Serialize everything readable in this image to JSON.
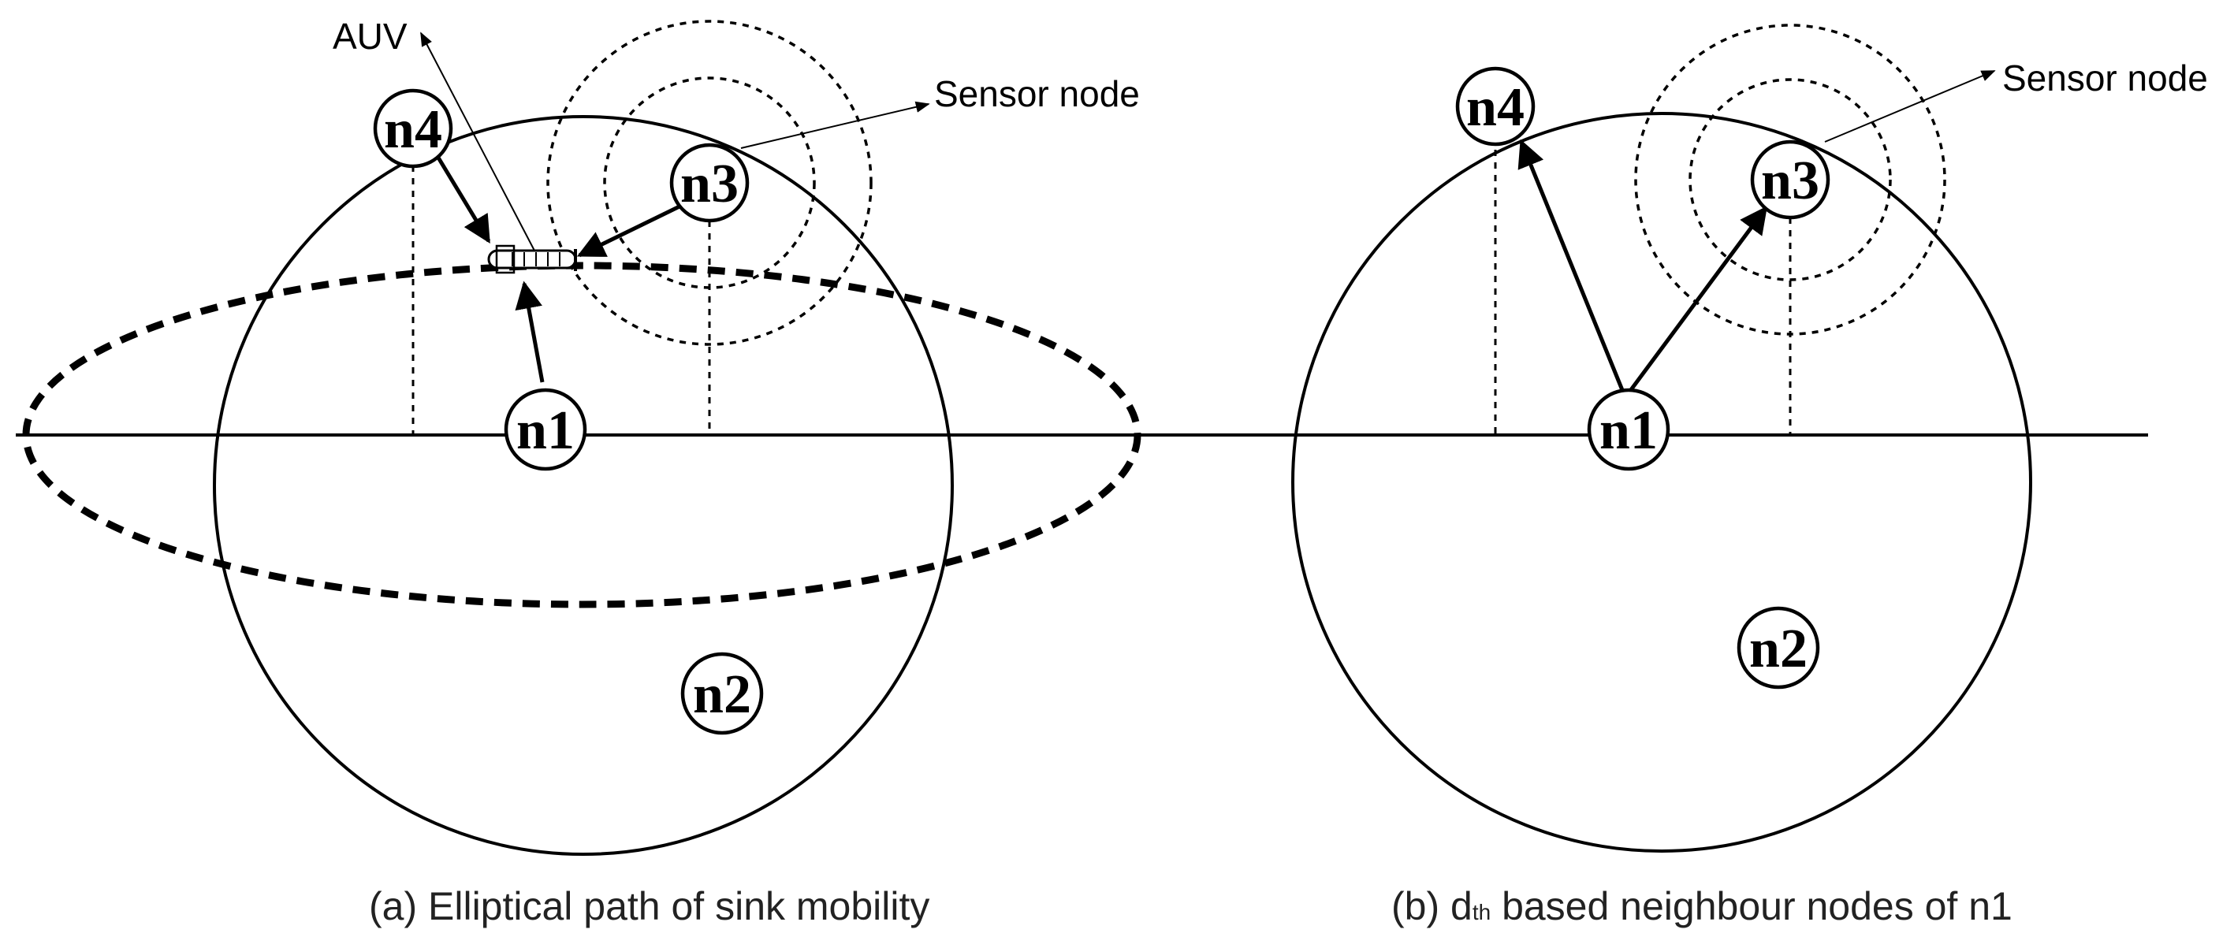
{
  "panel_a": {
    "caption": "(a)  Elliptical path of sink mobility",
    "auv_label": "AUV",
    "sensor_label": "Sensor node",
    "nodes": {
      "n1": "n1",
      "n2": "n2",
      "n3": "n3",
      "n4": "n4"
    }
  },
  "panel_b": {
    "caption_prefix": "(b)  d",
    "caption_sub": "th",
    "caption_suffix": " based neighbour nodes of n1",
    "sensor_label": "Sensor node",
    "nodes": {
      "n1": "n1",
      "n2": "n2",
      "n3": "n3",
      "n4": "n4"
    }
  }
}
